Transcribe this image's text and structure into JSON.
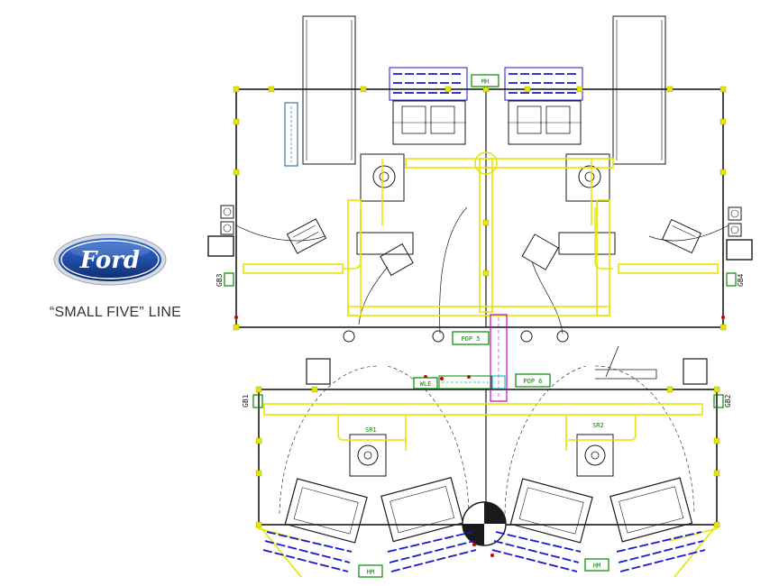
{
  "brand": {
    "logo_text": "Ford",
    "colors": {
      "oval_dark": "#0b2a6b",
      "oval_mid": "#1f4fa8",
      "rim": "#c9ced8"
    }
  },
  "line_title": "“SMALL FIVE” LINE",
  "layout": {
    "colors": {
      "wall": "#1a1a1a",
      "walkway": "#e6e600",
      "conveyor": "#1a1acc",
      "label_green": "#008a00",
      "marker_red": "#cc0000",
      "magenta": "#cc00cc",
      "cyan": "#00b3b3"
    },
    "tags": {
      "mh": "MH",
      "hm_left": "HM",
      "hm_right": "HM",
      "gb1": "GB1",
      "gb2": "GB2",
      "gb3": "GB3",
      "gb4": "GB4",
      "pop5": "POP 5",
      "pop6": "POP 6",
      "wle": "WLE",
      "sr1": "SR1",
      "sr2": "SR2"
    }
  }
}
